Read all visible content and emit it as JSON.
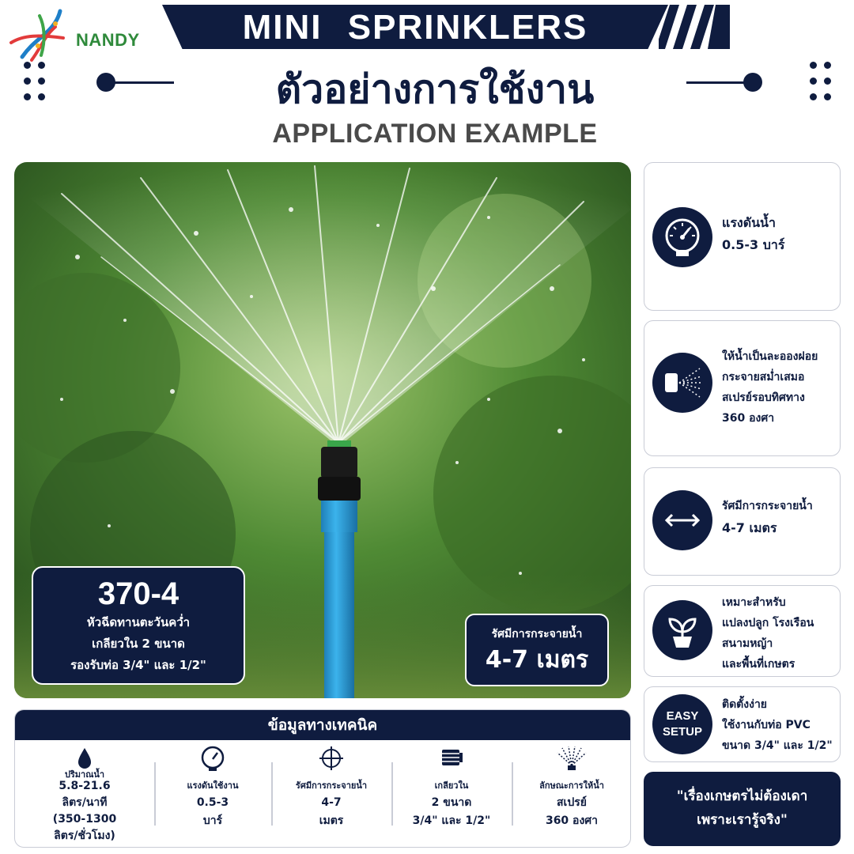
{
  "brand": {
    "name": "NANDY"
  },
  "header": {
    "title": "MINI SPRINKLERS",
    "subtitle_th": "ตัวอย่างการใช้งาน",
    "subtitle_en": "APPLICATION EXAMPLE"
  },
  "model": {
    "code": "370-4",
    "lines": [
      "หัวฉีดทานตะวันคว่ำ",
      "เกลียวใน 2 ขนาด",
      "รองรับท่อ 3/4\" และ 1/2\""
    ]
  },
  "radius_badge": {
    "label": "รัศมีการกระจายน้ำ",
    "value": "4-7 เมตร"
  },
  "features": [
    {
      "icon": "gauge-icon",
      "lines": [
        "แรงดันน้ำ",
        "0.5-3 บาร์"
      ]
    },
    {
      "icon": "spray-icon",
      "lines": [
        "ให้น้ำเป็นละอองฝอย",
        "กระจายสม่ำเสมอ",
        "สเปรย์รอบทิศทาง",
        "360 องศา"
      ]
    },
    {
      "icon": "double-arrow-icon",
      "lines": [
        "รัศมีการกระจายน้ำ",
        "4-7 เมตร"
      ]
    },
    {
      "icon": "plant-pot-icon",
      "lines": [
        "เหมาะสำหรับ",
        "แปลงปลูก โรงเรือน",
        "สนามหญ้า",
        "และพื้นที่เกษตร"
      ]
    },
    {
      "icon": "easy-setup-badge",
      "badge": [
        "EASY",
        "SETUP"
      ],
      "lines": [
        "ติดตั้งง่าย",
        "ใช้งานกับท่อ PVC",
        "ขนาด 3/4\" และ 1/2\""
      ]
    }
  ],
  "slogan": [
    "\"เรื่องเกษตรไม่ต้องเดา",
    "เพราะเรารู้จริง\""
  ],
  "spec": {
    "title": "ข้อมูลทางเทคนิค",
    "items": [
      {
        "icon": "water-drop-icon",
        "label": "ปริมาณน้ำ",
        "values": [
          "5.8-21.6",
          "ลิตร/นาที",
          "(350-1300",
          "ลิตร/ชั่วโมง)"
        ]
      },
      {
        "icon": "gauge-icon",
        "label": "แรงดันใช้งาน",
        "values": [
          "0.5-3",
          "บาร์"
        ]
      },
      {
        "icon": "target-icon",
        "label": "รัศมีการกระจายน้ำ",
        "values": [
          "4-7",
          "เมตร"
        ]
      },
      {
        "icon": "thread-icon",
        "label": "เกลียวใน",
        "values": [
          "2 ขนาด",
          "3/4\" และ 1/2\""
        ]
      },
      {
        "icon": "spray-fan-icon",
        "label": "ลักษณะการให้น้ำ",
        "values": [
          "สเปรย์",
          "360 องศา"
        ]
      }
    ]
  },
  "colors": {
    "navy": "#0f1c3f",
    "brand_green": "#2f8a3b",
    "pipe_blue": "#2a9fd8"
  }
}
